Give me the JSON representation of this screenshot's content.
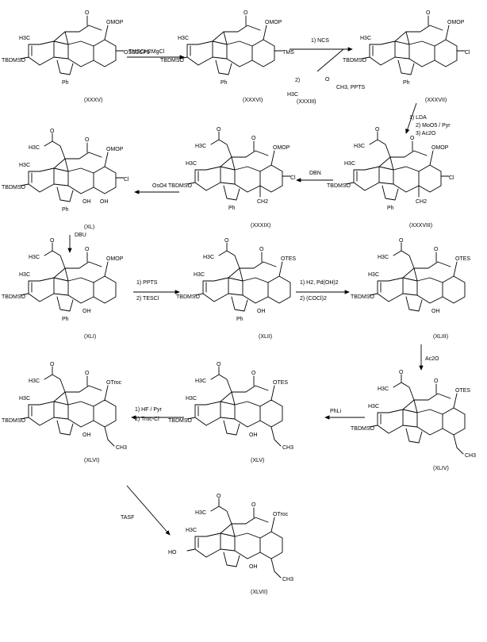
{
  "compounds": [
    {
      "id": "XXXV",
      "label": "(XXXV)",
      "top_group": "OMOP",
      "left_group": "TBDMSO",
      "side_group": "OSO2CF3",
      "extra": "Ph",
      "acyl": ""
    },
    {
      "id": "XXXVI",
      "label": "(XXXVI)",
      "top_group": "OMOP",
      "left_group": "TBDMSO",
      "side_group": "TMS",
      "extra": "Ph",
      "acyl": ""
    },
    {
      "id": "XXXVII",
      "label": "(XXXVII)",
      "top_group": "OMOP",
      "left_group": "TBDMSO",
      "side_group": "Cl",
      "extra": "Ph",
      "acyl": ""
    },
    {
      "id": "XXXVIII",
      "label": "(XXXVIII)",
      "top_group": "OMOP",
      "left_group": "TBDMSO",
      "side_group": "Cl",
      "extra": "Ph",
      "acyl": "H3C",
      "exo": "CH2"
    },
    {
      "id": "XXXIX",
      "label": "(XXXIX)",
      "top_group": "OMOP",
      "left_group": "TBDMSO",
      "side_group": "Cl",
      "extra": "Ph",
      "acyl": "H3C",
      "exo": "CH2"
    },
    {
      "id": "XL",
      "label": "(XL)",
      "top_group": "OMOP",
      "left_group": "TBDMSO",
      "side_group": "Cl",
      "extra": "Ph",
      "acyl": "H3C",
      "oh1": "OH",
      "oh2": "OH"
    },
    {
      "id": "XLI",
      "label": "(XLI)",
      "top_group": "OMOP",
      "left_group": "TBDMSO",
      "side_group": "",
      "extra": "Ph",
      "acyl": "H3C",
      "oh1": "OH"
    },
    {
      "id": "XLII",
      "label": "(XLII)",
      "top_group": "OTES",
      "left_group": "TBDMSO",
      "side_group": "",
      "extra": "Ph",
      "acyl": "H3C",
      "oh1": "OH"
    },
    {
      "id": "XLIII",
      "label": "(XLIII)",
      "top_group": "OTES",
      "left_group": "TBDMSO",
      "side_group": "",
      "extra": "",
      "acyl": "H3C",
      "oh1": "OH"
    },
    {
      "id": "XLIV",
      "label": "(XLIV)",
      "top_group": "OTES",
      "left_group": "TBDMSO",
      "side_group": "",
      "extra": "",
      "acyl": "H3C",
      "ac2": "CH3"
    },
    {
      "id": "XLV",
      "label": "(XLV)",
      "top_group": "OTES",
      "left_group": "TBDMSO",
      "side_group": "",
      "extra": "",
      "acyl": "H3C",
      "oh1": "OH",
      "ac2": "CH3"
    },
    {
      "id": "XLVI",
      "label": "(XLVI)",
      "top_group": "OTroc",
      "left_group": "TBDMSO",
      "side_group": "",
      "extra": "",
      "acyl": "H3C",
      "oh1": "OH",
      "ac2": "CH3"
    },
    {
      "id": "XLVII",
      "label": "(XLVII)",
      "top_group": "OTroc",
      "left_group": "HO",
      "side_group": "",
      "extra": "",
      "acyl": "H3C",
      "oh1": "OH",
      "ac2": "CH3"
    }
  ],
  "reagents": {
    "r1": "TMSCH2MgCl",
    "r2a": "1) NCS",
    "r2b": "2)",
    "r2c": "H3C",
    "r2d": "O",
    "r2e": "CH3, PPTS",
    "r2f": "(XXXIII)",
    "r3a": "1) LDA",
    "r3b": "2) MoO5 / Pyr",
    "r3c": "3) Ac2O",
    "r4": "DBN",
    "r5": "OsO4",
    "r6": "DBU",
    "r7a": "1) PPTS",
    "r7b": "2) TESCl",
    "r8a": "1) H2, Pd(OH)2",
    "r8b": "2) (COCl)2",
    "r9": "Ac2O",
    "r10": "PhLi",
    "r11a": "1) HF / Pyr",
    "r11b": "2) Troc-Cl",
    "r12": "TASF"
  },
  "common": {
    "O": "O",
    "H3C": "H3C",
    "Ph": "Ph",
    "OH": "OH"
  }
}
